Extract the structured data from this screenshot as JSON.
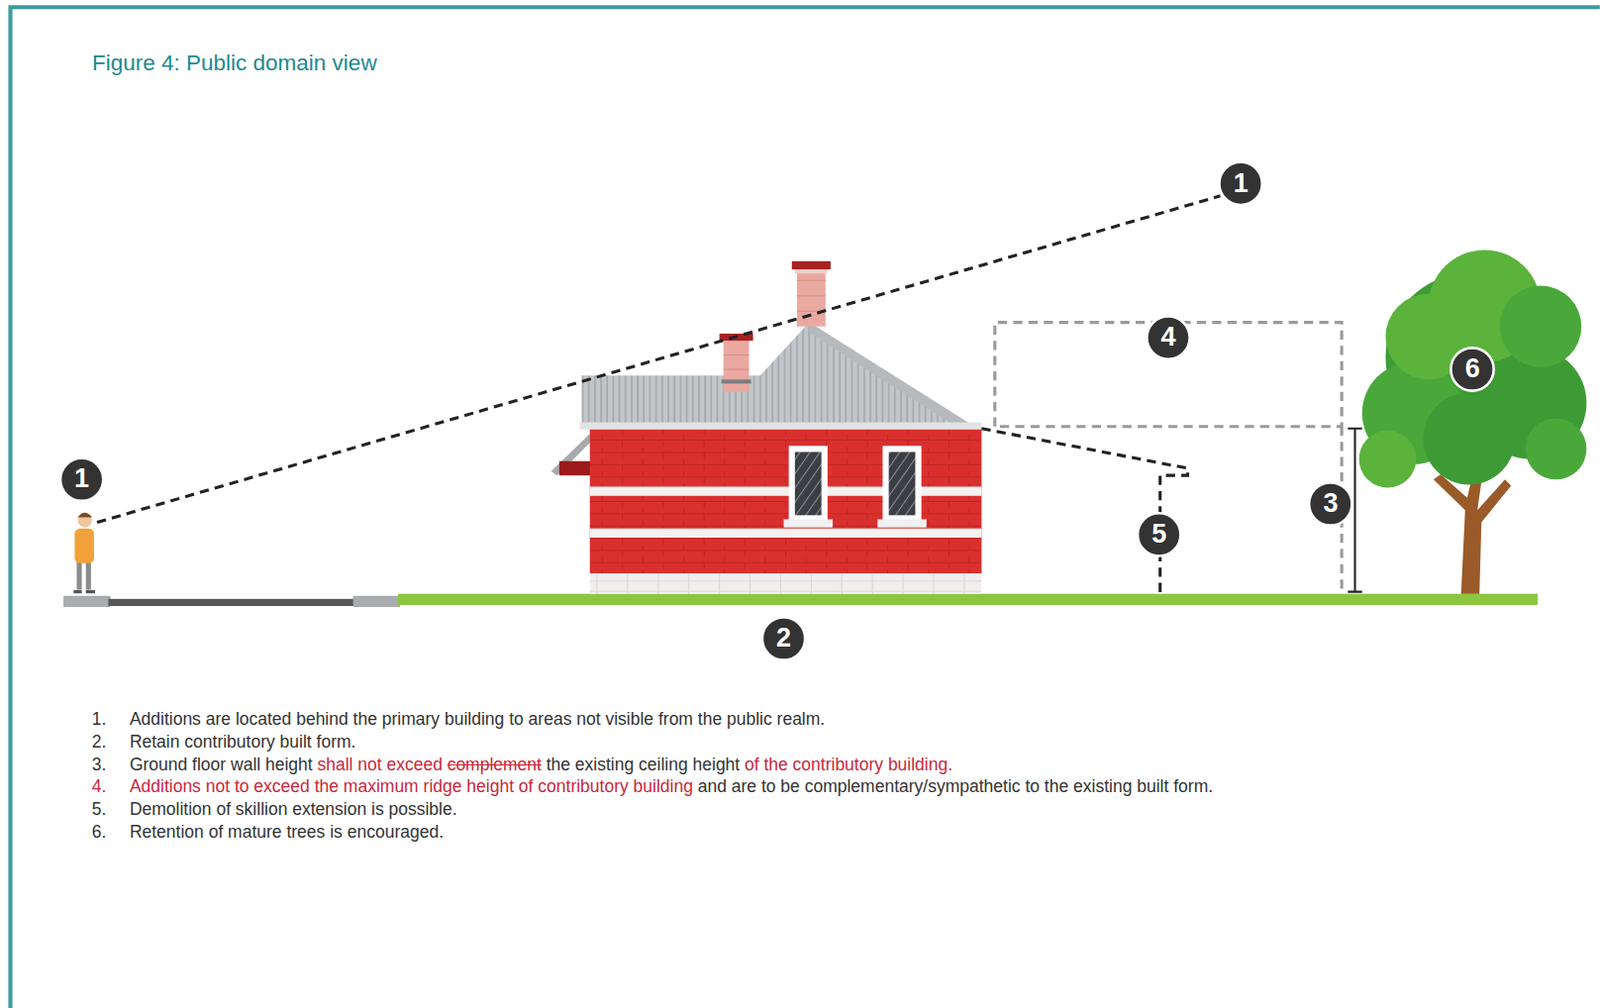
{
  "diagram": {
    "title": "Figure 4: Public domain view",
    "labels": [
      "1",
      "1",
      "2",
      "3",
      "4",
      "5",
      "6",
      "1.",
      "Additions are located behind the primary building to areas not visible from the public realm.",
      "2.",
      "Retain contributory built form.",
      "3.",
      "Ground floor wall height",
      "shall not exceed",
      "complement",
      "the existing ceiling height",
      "of the contributory building.",
      "4.",
      "Additions not to exceed the maximum ridge height of contributory building",
      "and are to be complementary/sympathetic to the existing built form.",
      "5.",
      "Demolition of skillion extension is possible.",
      "6.",
      "Retention of mature trees is encouraged."
    ]
  }
}
